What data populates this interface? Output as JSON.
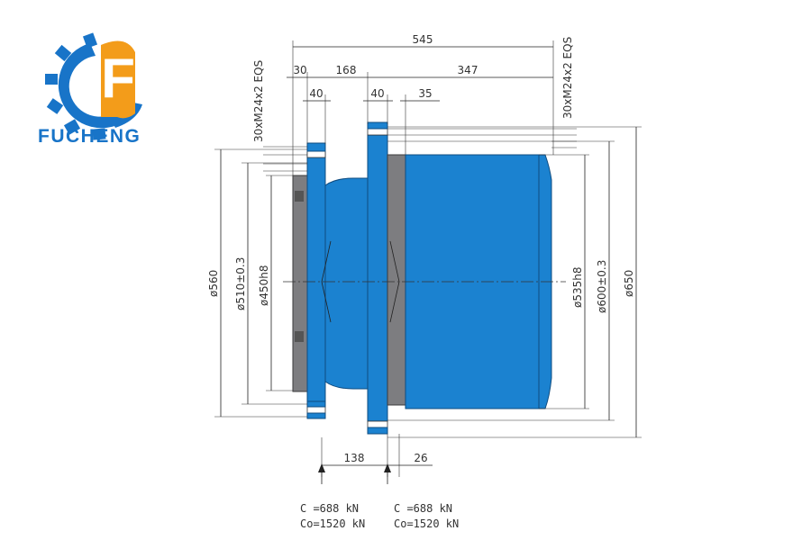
{
  "brand": {
    "name": "FUCHENG",
    "logo_letter": "F",
    "colors": {
      "blue": "#1874c8",
      "orange": "#f39c1a"
    }
  },
  "drawing": {
    "colors": {
      "body": "#1b82d0",
      "flange": "#7d7d80"
    },
    "horizontal_dims": {
      "overall": "545",
      "seg_a": "30",
      "seg_b": "168",
      "seg_c": "347",
      "flange_left": "40",
      "flange_right": "40",
      "step": "35",
      "offset_a": "138",
      "offset_b": "26"
    },
    "bolt_notes": {
      "left": "30xM24x2  EQS",
      "right": "30xM24x2  EQS"
    },
    "vertical_dims": {
      "d560": "ø560",
      "d510": "ø510±0.3",
      "d450": "ø450h8",
      "d535": "ø535h8",
      "d600": "ø600±0.3",
      "d650": "ø650"
    },
    "loads": {
      "left": {
        "c": "C   =688 kN",
        "co": "Co=1520 kN"
      },
      "right": {
        "c": "C   =688 kN",
        "co": "Co=1520 kN"
      }
    }
  }
}
